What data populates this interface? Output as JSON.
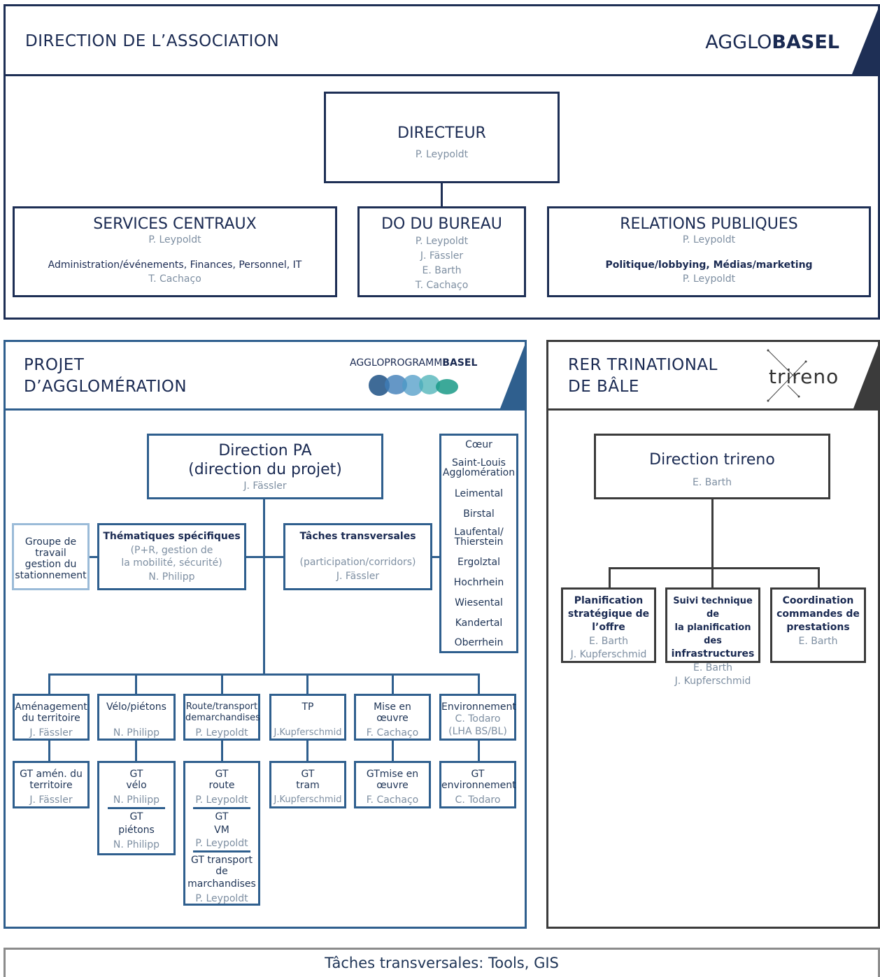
{
  "association": {
    "title": "DIRECTION DE L’ASSOCIATION",
    "logo_light": "AGGLO",
    "logo_bold": "BASEL",
    "directeur": {
      "title": "DIRECTEUR",
      "name": "P. Leypoldt"
    },
    "services": {
      "title": "SERVICES CENTRAUX",
      "name": "P. Leypoldt",
      "tasks": "Administration/événements, Finances, Personnel, IT",
      "task_name": "T. Cachaço"
    },
    "bureau": {
      "title": "DO DU BUREAU",
      "names": [
        "P. Leypoldt",
        "J. Fässler",
        "E. Barth",
        "T. Cachaço"
      ]
    },
    "relations": {
      "title": "RELATIONS PUBLIQUES",
      "name": "P. Leypoldt",
      "tasks": "Politique/lobbying, Médias/marketing",
      "task_name": "P. Leypoldt"
    }
  },
  "projet": {
    "title_line1": "PROJET",
    "title_line2": "D’AGGLOMÉRATION",
    "logo_light": "AGGLOPROGRAMM",
    "logo_bold": "BASEL",
    "direction": {
      "line1": "Direction PA",
      "line2": "(direction du projet)",
      "name": "J. Fässler"
    },
    "groupe": [
      "Groupe de",
      "travail",
      "gestion du",
      "stationnement"
    ],
    "thematiques": {
      "title": "Thématiques spécifiques",
      "desc1": "(P+R, gestion de",
      "desc2": "la mobilité, sécurité)",
      "name": "N. Philipp"
    },
    "taches": {
      "title": "Tâches transversales",
      "desc": "(participation/corridors)",
      "name": "J. Fässler"
    },
    "regions": [
      "Cœur",
      "Saint-Louis",
      "Agglomération",
      "Leimental",
      "Birstal",
      "Laufental/",
      "Thierstein",
      "Ergolztal",
      "Hochrhein",
      "Wiesental",
      "Kandertal",
      "Oberrhein"
    ],
    "units": [
      {
        "line1": "Aménagement",
        "line2": "du territoire",
        "name": "J. Fässler"
      },
      {
        "line1": "Vélo/piétons",
        "name": "N. Philipp"
      },
      {
        "line1": "Route/transport",
        "line2": "demarchandises",
        "name": "P. Leypoldt"
      },
      {
        "line1": "TP",
        "name": "J.Kupferschmid"
      },
      {
        "line1": "Mise en",
        "line2": "œuvre",
        "name": "F. Cachaço"
      },
      {
        "line1": "Environnement",
        "line2": "C. Todaro",
        "line3": "(LHA BS/BL)"
      }
    ],
    "gt": {
      "amen": {
        "line1": "GT amén. du",
        "line2": "territoire",
        "name": "J. Fässler"
      },
      "velo": {
        "line1": "GT",
        "line2": "vélo",
        "name": "N. Philipp",
        "line3": "GT",
        "line4": "piétons",
        "name2": "N. Philipp"
      },
      "route": {
        "a1": "GT",
        "a2": "route",
        "aname": "P. Leypoldt",
        "b1": "GT",
        "b2": "VM",
        "bname": "P. Leypoldt",
        "c1": "GT transport de",
        "c2": "marchandises",
        "cname": "P. Leypoldt"
      },
      "tram": {
        "line1": "GT",
        "line2": "tram",
        "name": "J.Kupferschmid"
      },
      "mise": {
        "line1": "GTmise en",
        "line2": "œuvre",
        "name": "F. Cachaço"
      },
      "env": {
        "line1": "GT",
        "line2": "environnement",
        "name": "C. Todaro"
      }
    }
  },
  "rer": {
    "title_line1": "RER TRINATIONAL",
    "title_line2": "DE BÂLE",
    "logo": "trireno",
    "direction": {
      "title": "Direction trireno",
      "name": "E. Barth"
    },
    "units": [
      {
        "l1": "Planification",
        "l2": "stratégique de",
        "l3": "l’offre",
        "n1": "E. Barth",
        "n2": "J. Kupferschmid"
      },
      {
        "l1": "Suivi technique de",
        "l2": "la planification des",
        "l3": "infrastructures",
        "n1": "E. Barth",
        "n2": "J. Kupferschmid"
      },
      {
        "l1": "Coordination",
        "l2": "commandes de",
        "l3": "prestations",
        "n1": "E. Barth"
      }
    ]
  },
  "footer": {
    "text": "Tâches transversales: Tools, GIS"
  }
}
